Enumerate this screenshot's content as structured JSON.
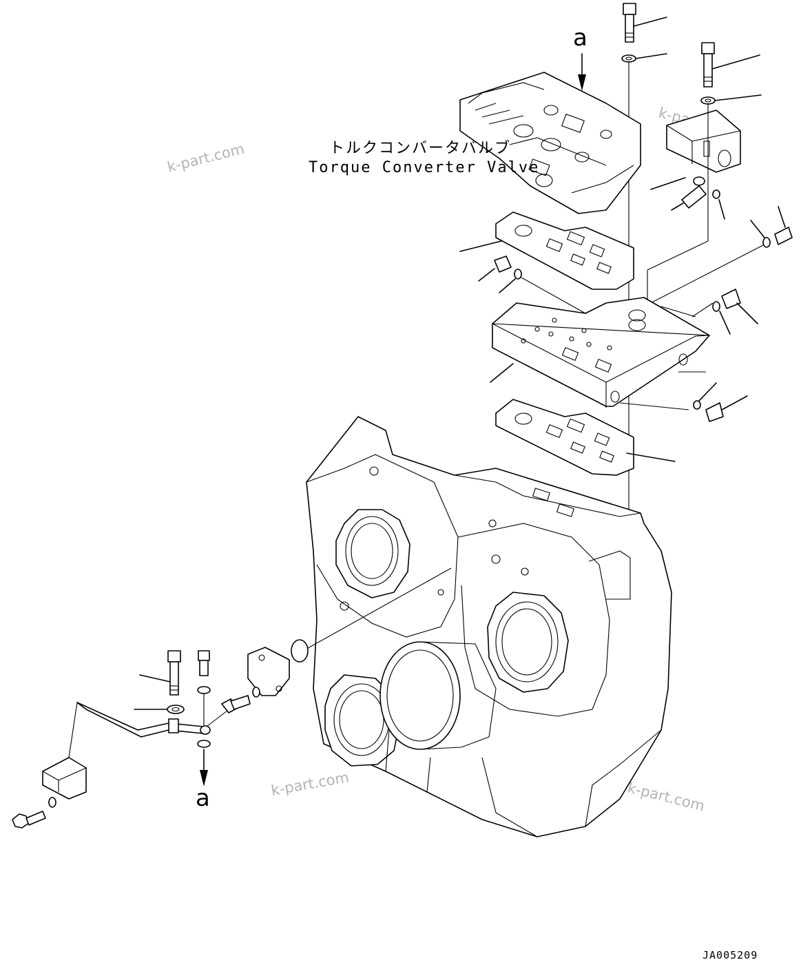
{
  "labels": {
    "valve_jp": "トルクコンバータバルブ",
    "valve_en": "Torque Converter Valve",
    "ref_top": "a",
    "ref_bottom": "a",
    "drawing_code": "JA005209"
  },
  "watermarks": [
    "k-part.com",
    "k-part.com",
    "k-part.com",
    "k-part.com"
  ]
}
